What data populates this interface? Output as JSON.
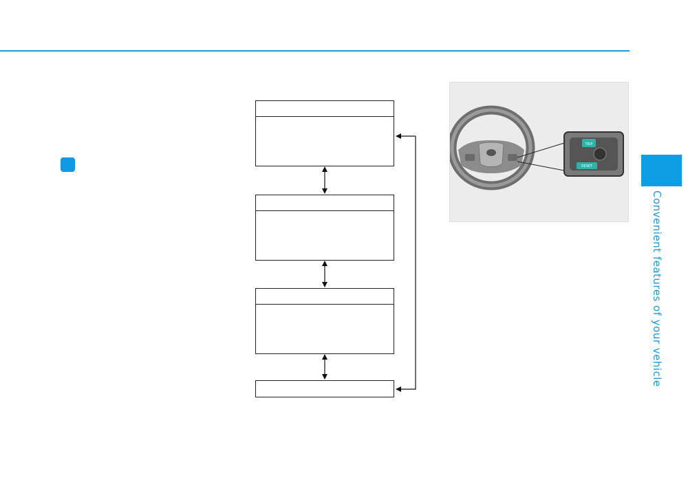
{
  "header": {
    "rule_color": "#1a9be0"
  },
  "bullet": {
    "color": "#109ae5"
  },
  "flowchart": {
    "boxes": [
      {
        "title": "",
        "text": ""
      },
      {
        "title": "",
        "text": ""
      },
      {
        "title": "",
        "text": ""
      }
    ],
    "final_box": {
      "text": ""
    },
    "arrows": [
      "bidirectional",
      "bidirectional",
      "bidirectional",
      "return-loop"
    ]
  },
  "illustration": {
    "subject": "steering wheel with trip computer switches",
    "button_labels": [
      "TRIP",
      "RESET"
    ]
  },
  "side_tab": {
    "label": "Convenient features of your vehicle",
    "color": "#0f9de3"
  }
}
